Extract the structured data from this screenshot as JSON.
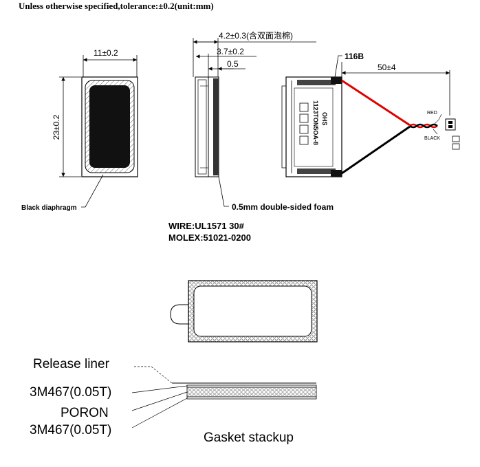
{
  "header": {
    "tolerance_note": "Unless otherwise specified,tolerance:±0.2(unit:mm)"
  },
  "front_view": {
    "width_dim": "11±0.2",
    "height_dim": "23±0.2",
    "callout": "Black diaphragm"
  },
  "side_view": {
    "overall_dim": "4.2±0.3(含双面泡棉)",
    "body_dim": "3.7±0.2",
    "foam_dim": "0.5",
    "callout": "0.5mm double-sided foam"
  },
  "rear_view": {
    "label_line1": "1123TON5OA-8",
    "label_line2": "OHS",
    "wire_gauge_tag": "116B",
    "lead_length_dim": "50±4",
    "red_label": "RED",
    "black_label": "BLACK",
    "wire_colors": {
      "red": "#e00000",
      "black": "#000000"
    }
  },
  "specs": {
    "wire": "WIRE:UL1571 30#",
    "connector": "MOLEX:51021-0200"
  },
  "gasket": {
    "layers": [
      "Release liner",
      "3M467(0.05T)",
      "PORON",
      "3M467(0.05T)"
    ],
    "title": "Gasket stackup"
  }
}
